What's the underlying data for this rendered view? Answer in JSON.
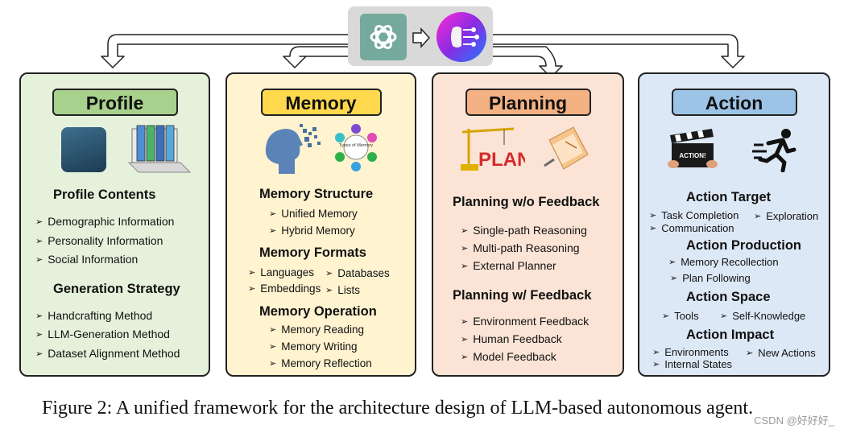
{
  "panels": {
    "profile": {
      "title": "Profile",
      "fill": "#e6f1dc",
      "title_fill": "#a9d18e",
      "sections": [
        {
          "heading": "Profile Contents",
          "items": [
            "Demographic Information",
            "Personality Information",
            "Social Information"
          ]
        },
        {
          "heading": "Generation Strategy",
          "items": [
            "Handcrafting Method",
            "LLM-Generation Method",
            "Dataset  Alignment Method"
          ]
        }
      ]
    },
    "memory": {
      "title": "Memory",
      "fill": "#fff3d0",
      "title_fill": "#ffd84d",
      "memory_chart_label": "Types of Memory",
      "sections": [
        {
          "heading": "Memory Structure",
          "items": [
            "Unified Memory",
            "Hybrid Memory"
          ]
        },
        {
          "heading": "Memory Formats",
          "items": [
            "Languages",
            "Databases",
            "Embeddings",
            "Lists"
          ]
        },
        {
          "heading": "Memory Operation",
          "items": [
            "Memory Reading",
            "Memory Writing",
            "Memory Reflection"
          ]
        }
      ]
    },
    "planning": {
      "title": "Planning",
      "fill": "#fbe4d6",
      "title_fill": "#f4b183",
      "plan_sign_text": "PLAN",
      "sections": [
        {
          "heading": "Planning w/o Feedback",
          "items": [
            "Single-path Reasoning",
            "Multi-path Reasoning",
            "External Planner"
          ]
        },
        {
          "heading": "Planning w/ Feedback",
          "items": [
            "Environment Feedback",
            "Human Feedback",
            "Model Feedback"
          ]
        }
      ]
    },
    "action": {
      "title": "Action",
      "fill": "#dde8f6",
      "title_fill": "#9dc3e6",
      "clapper_text": "ACTION!",
      "sections": [
        {
          "heading": "Action Target",
          "items": [
            "Task Completion",
            "Exploration",
            "Communication"
          ]
        },
        {
          "heading": "Action Production",
          "items": [
            "Memory Recollection",
            "Plan Following"
          ]
        },
        {
          "heading": "Action Space",
          "items": [
            "Tools",
            "Self-Knowledge"
          ]
        },
        {
          "heading": "Action Impact",
          "items": [
            "Environments",
            "New Actions",
            "Internal States"
          ]
        }
      ]
    }
  },
  "top_icons": [
    "openai-logo-icon",
    "arrow-right-icon",
    "ai-brain-icon"
  ],
  "caption": "Figure 2: A unified framework for the architecture design of LLM-based autonomous agent.",
  "watermark": "CSDN @好好好_"
}
